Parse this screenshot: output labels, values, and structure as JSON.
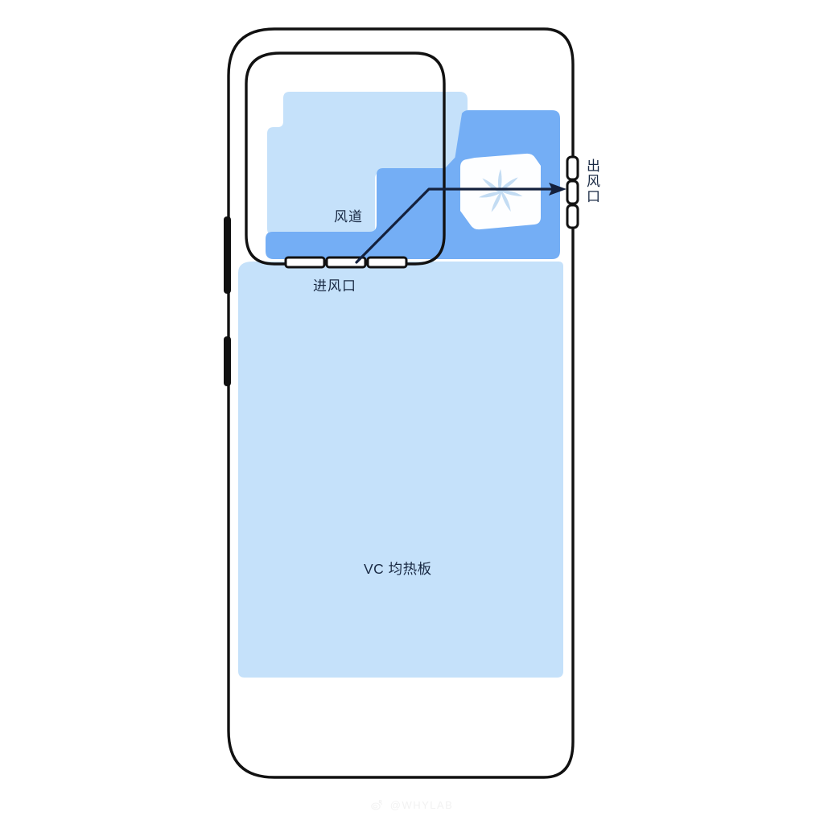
{
  "image": {
    "subject": "smartphone-cooling-diagram",
    "background_color": "#ffffff"
  },
  "colors": {
    "outline": "#111111",
    "vc_plate_blue": "#c5e1fa",
    "duct_blue": "#74aef5",
    "fan_white": "#fdfeff",
    "fan_blade_blue": "#c3dcf3",
    "label_text": "#1a2a44",
    "watermark": "#f2f2f2"
  },
  "labels": {
    "duct": "风道",
    "inlet": "进风口",
    "outlet": "出风口",
    "vc_plate": "VC 均热板"
  },
  "watermark": {
    "icon": "weibo-icon",
    "text": "@WHYLAB"
  },
  "parts": {
    "phone_body": "phone-back-outline",
    "camera_module": "camera-module-outline",
    "volume_button": "volume-button",
    "power_button": "power-button",
    "inlet_slots_count": 3,
    "outlet_vents_count": 3,
    "fan": "cooling-fan",
    "airflow_arrow": "airflow-arrow"
  }
}
